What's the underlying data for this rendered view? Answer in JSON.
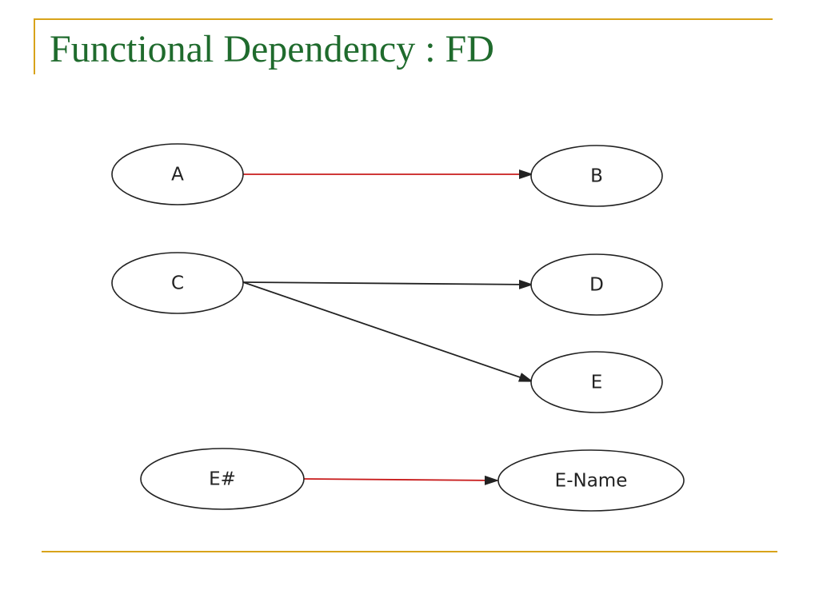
{
  "slide": {
    "title": "Functional Dependency : FD"
  },
  "diagram": {
    "nodes": [
      {
        "id": "A",
        "label": "A"
      },
      {
        "id": "B",
        "label": "B"
      },
      {
        "id": "C",
        "label": "C"
      },
      {
        "id": "D",
        "label": "D"
      },
      {
        "id": "E",
        "label": "E"
      },
      {
        "id": "Enum",
        "label": "E#"
      },
      {
        "id": "Ename",
        "label": "E-Name"
      }
    ],
    "edges": [
      {
        "from": "A",
        "to": "B"
      },
      {
        "from": "C",
        "to": "D"
      },
      {
        "from": "C",
        "to": "E"
      },
      {
        "from": "Enum",
        "to": "Ename"
      }
    ]
  },
  "colors": {
    "title": "#1f6b2d",
    "rule": "#d8a31a",
    "accent_edge": "#c81b1b"
  }
}
